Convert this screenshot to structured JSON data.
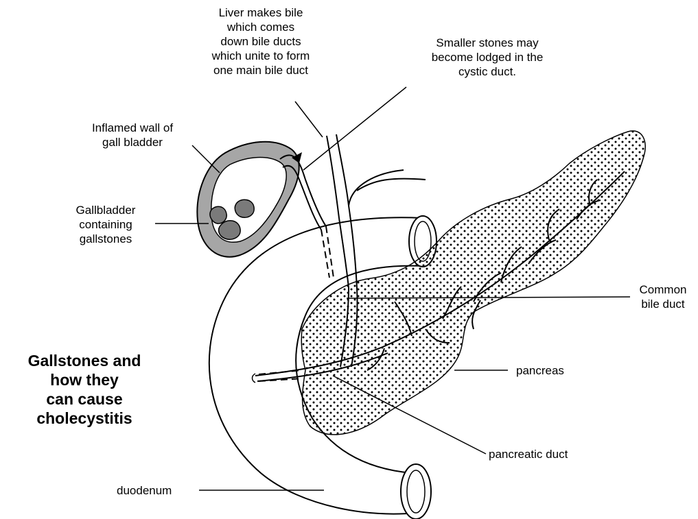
{
  "title_lines": [
    "Gallstones and",
    "how they",
    "can cause",
    "cholecystitis"
  ],
  "labels": {
    "liver": [
      "Liver makes bile",
      "which comes",
      "down bile ducts",
      "which unite to form",
      "one main bile duct"
    ],
    "stones": [
      "Smaller stones may",
      "become lodged in the",
      "cystic duct."
    ],
    "inflamed": [
      "Inflamed wall of",
      "gall bladder"
    ],
    "gallbladder": [
      "Gallbladder",
      "containing",
      "gallstones"
    ],
    "common_bile_duct": [
      "Common",
      "bile duct"
    ],
    "pancreas": "pancreas",
    "pancreatic_duct": "pancreatic duct",
    "duodenum": "duodenum"
  },
  "colors": {
    "gallbladder_wall": "#a6a6a6",
    "gallstone": "#7a7a7a",
    "ink": "#000000"
  }
}
